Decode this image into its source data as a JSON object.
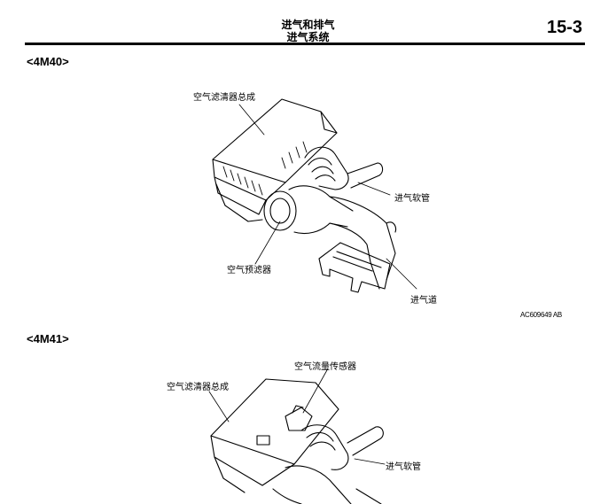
{
  "header": {
    "title_line1": "进气和排气",
    "title_line2": "进气系统",
    "page_number": "15-3"
  },
  "sections": [
    {
      "label": "<4M40>",
      "callouts": {
        "air_cleaner": "空气滤清器总成",
        "intake_hose": "进气软管",
        "pre_cleaner": "空气预滤器",
        "intake_duct": "进气道"
      },
      "figure_id": "AC609649 AB"
    },
    {
      "label": "<4M41>",
      "callouts": {
        "maf_sensor": "空气流量传感器",
        "air_cleaner": "空气滤清器总成",
        "intake_hose": "进气软管"
      }
    }
  ]
}
